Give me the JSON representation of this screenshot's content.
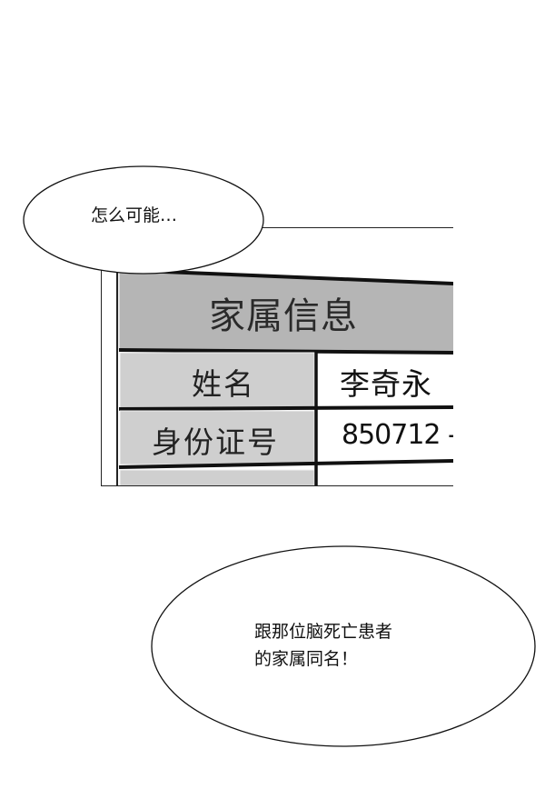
{
  "bubble_top": {
    "text": "怎么可能…"
  },
  "record_card": {
    "header": "家属信息",
    "rows": [
      {
        "label": "姓名",
        "value": "李奇永"
      },
      {
        "label": "身份证号",
        "value": "850712 -"
      },
      {
        "label": "",
        "value": ""
      }
    ]
  },
  "bubble_bottom": {
    "line1": "跟那位脑死亡患者",
    "line2": "的家属同名！"
  },
  "colors": {
    "header_gray": "#b5b5b5",
    "label_gray": "#cfcfcf",
    "border": "#111111"
  }
}
